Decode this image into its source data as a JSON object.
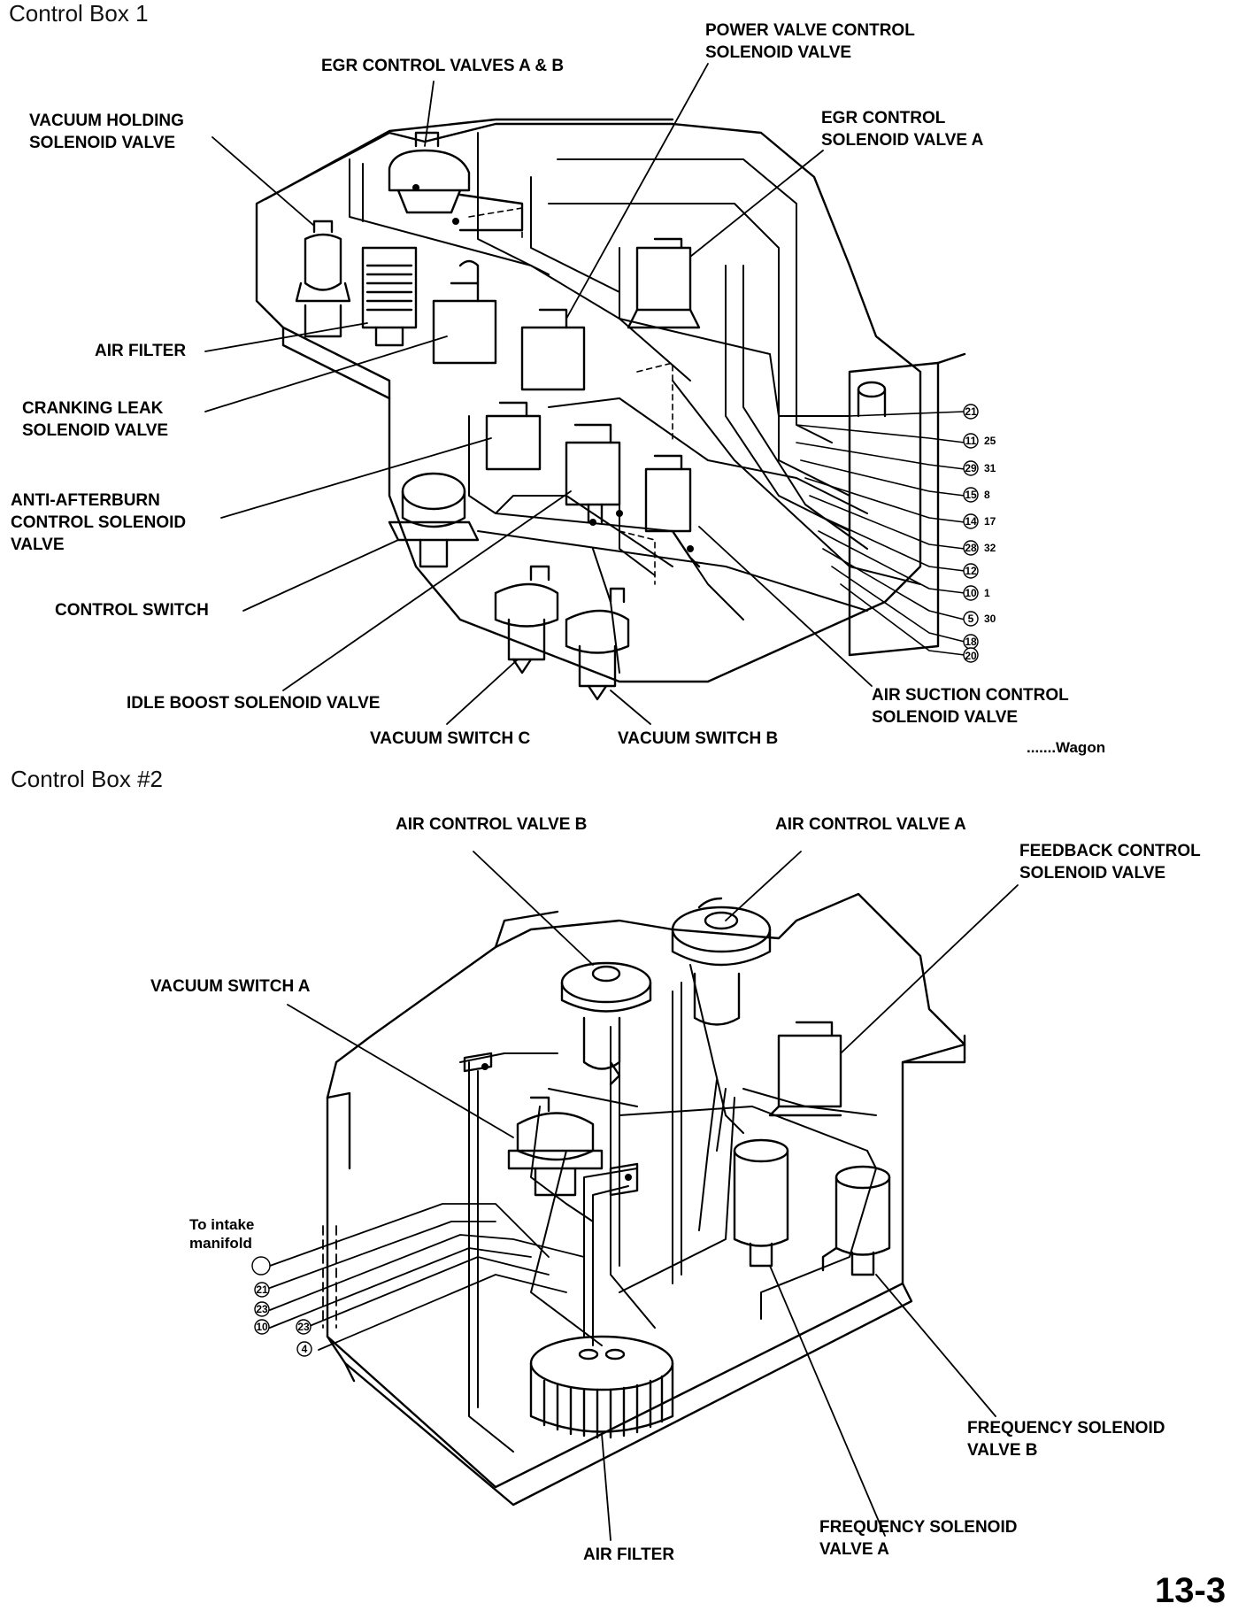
{
  "box1": {
    "title": "Control Box   1",
    "labels": {
      "egr_valves": "EGR CONTROL VALVES A & B",
      "power_valve_1": "POWER VALVE CONTROL",
      "power_valve_2": "SOLENOID VALVE",
      "vacuum_holding_1": "VACUUM HOLDING",
      "vacuum_holding_2": "SOLENOID VALVE",
      "egr_solenoid_1": "EGR CONTROL",
      "egr_solenoid_2": "SOLENOID VALVE A",
      "air_filter": "AIR FILTER",
      "cranking_1": "CRANKING LEAK",
      "cranking_2": "SOLENOID VALVE",
      "anti_1": "ANTI-AFTERBURN",
      "anti_2": "CONTROL SOLENOID",
      "anti_3": "VALVE",
      "control_switch": "CONTROL SWITCH",
      "idle_boost": "IDLE BOOST SOLENOID VALVE",
      "vacuum_c": "VACUUM SWITCH C",
      "vacuum_b": "VACUUM SWITCH B",
      "air_suction_1": "AIR SUCTION CONTROL",
      "air_suction_2": "SOLENOID VALVE",
      "wagon": ".......Wagon"
    },
    "ports": [
      "21",
      "11",
      "29",
      "15",
      "14",
      "28",
      "12",
      "10",
      "5",
      "18",
      "20"
    ],
    "ports_right": [
      "25",
      "31",
      "8",
      "17",
      "32",
      "1",
      "30"
    ]
  },
  "box2": {
    "title": "Control Box #2",
    "labels": {
      "air_valve_b": "AIR CONTROL VALVE B",
      "air_valve_a": "AIR CONTROL VALVE A",
      "feedback_1": "FEEDBACK CONTROL",
      "feedback_2": "SOLENOID VALVE",
      "vacuum_a": "VACUUM SWITCH A",
      "intake_1": "To intake",
      "intake_2": "manifold",
      "freq_b_1": "FREQUENCY SOLENOID",
      "freq_b_2": "VALVE B",
      "air_filter": "AIR FILTER",
      "freq_a_1": "FREQUENCY SOLENOID",
      "freq_a_2": "VALVE A"
    },
    "ports": [
      "21",
      "23",
      "10",
      "23",
      "4"
    ]
  },
  "page_number": "13-3"
}
